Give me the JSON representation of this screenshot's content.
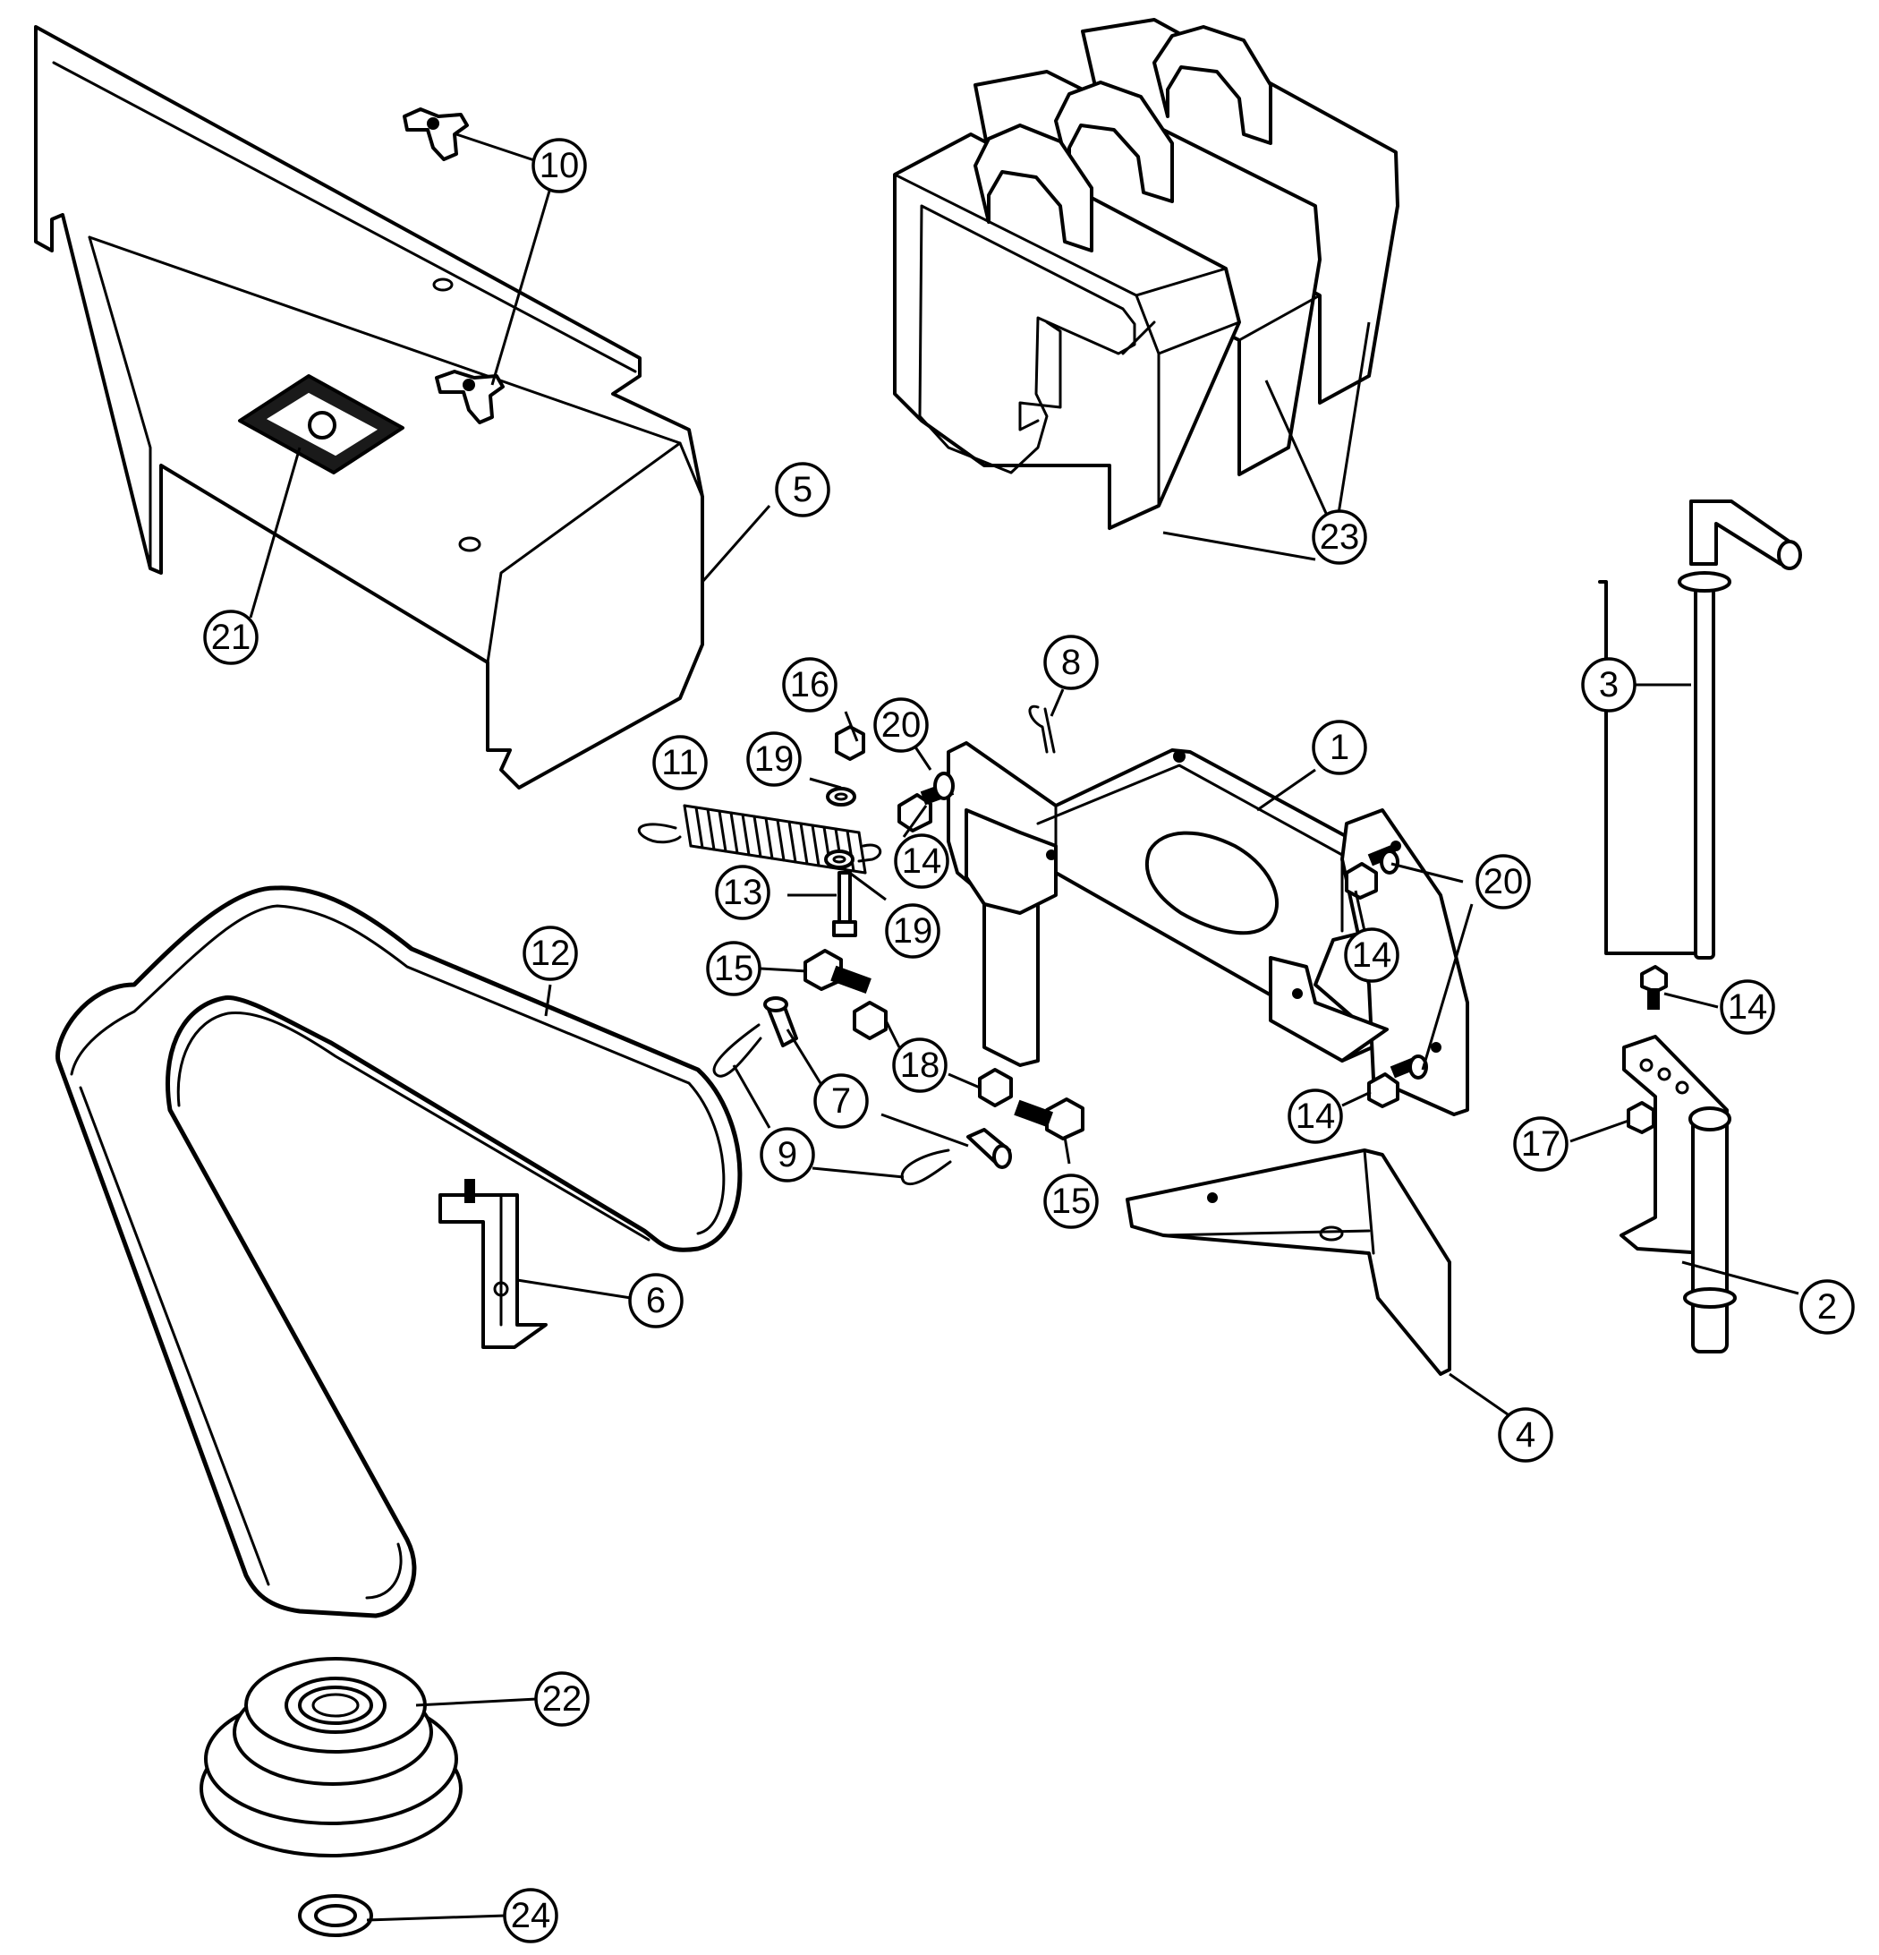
{
  "diagram": {
    "background": "#ffffff",
    "line_color": "#000000",
    "parts": [
      {
        "id": "belt-guard",
        "icon": "belt-guard-cover-icon"
      },
      {
        "id": "wing-knob",
        "icon": "wing-knob-icon"
      },
      {
        "id": "decal",
        "icon": "decal-plate-icon"
      },
      {
        "id": "weights",
        "icon": "stacked-weights-icon"
      },
      {
        "id": "handle-rod",
        "icon": "l-handle-rod-icon"
      },
      {
        "id": "main-bracket",
        "icon": "mounting-bracket-icon"
      },
      {
        "id": "spring",
        "icon": "extension-spring-icon"
      },
      {
        "id": "v-belt",
        "icon": "v-belt-icon"
      },
      {
        "id": "pulley",
        "icon": "double-pulley-icon"
      },
      {
        "id": "washer",
        "icon": "flat-washer-icon"
      },
      {
        "id": "pivot-bracket",
        "icon": "pivot-bracket-icon"
      },
      {
        "id": "angle-bracket",
        "icon": "angle-bracket-icon"
      },
      {
        "id": "belt-guide",
        "icon": "belt-guide-icon"
      },
      {
        "id": "hardware",
        "icon": "bolt-nut-pin-icon"
      }
    ],
    "callouts": [
      {
        "id": "c1",
        "label": "1"
      },
      {
        "id": "c2",
        "label": "2"
      },
      {
        "id": "c3",
        "label": "3"
      },
      {
        "id": "c4",
        "label": "4"
      },
      {
        "id": "c5",
        "label": "5"
      },
      {
        "id": "c6",
        "label": "6"
      },
      {
        "id": "c7",
        "label": "7"
      },
      {
        "id": "c8",
        "label": "8"
      },
      {
        "id": "c9",
        "label": "9"
      },
      {
        "id": "c10",
        "label": "10"
      },
      {
        "id": "c11",
        "label": "11"
      },
      {
        "id": "c12",
        "label": "12"
      },
      {
        "id": "c13",
        "label": "13"
      },
      {
        "id": "c14a",
        "label": "14"
      },
      {
        "id": "c14b",
        "label": "14"
      },
      {
        "id": "c14c",
        "label": "14"
      },
      {
        "id": "c14d",
        "label": "14"
      },
      {
        "id": "c15a",
        "label": "15"
      },
      {
        "id": "c15b",
        "label": "15"
      },
      {
        "id": "c16",
        "label": "16"
      },
      {
        "id": "c17",
        "label": "17"
      },
      {
        "id": "c18",
        "label": "18"
      },
      {
        "id": "c19a",
        "label": "19"
      },
      {
        "id": "c19b",
        "label": "19"
      },
      {
        "id": "c20a",
        "label": "20"
      },
      {
        "id": "c20b",
        "label": "20"
      },
      {
        "id": "c21",
        "label": "21"
      },
      {
        "id": "c22",
        "label": "22"
      },
      {
        "id": "c23",
        "label": "23"
      },
      {
        "id": "c24",
        "label": "24"
      }
    ]
  }
}
